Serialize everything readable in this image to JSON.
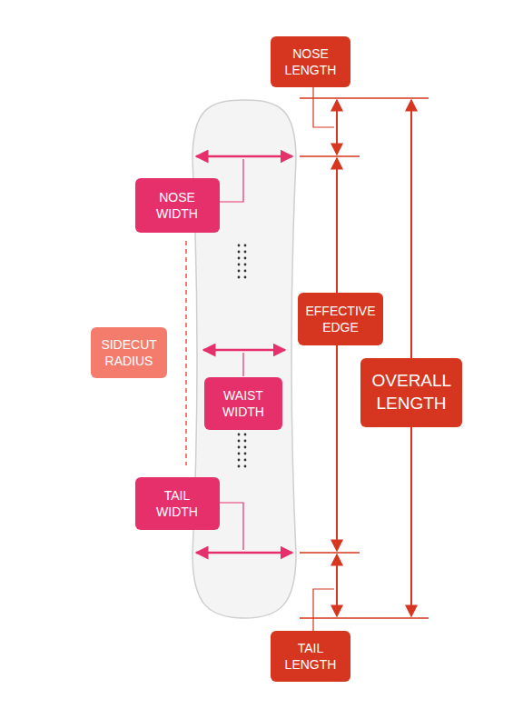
{
  "diagram": {
    "nodes": [
      {
        "text": [
          "NOSE LENGTH"
        ]
      },
      {
        "text": [
          "NOSE WIDTH"
        ]
      },
      {
        "text": [
          "EFFECTIVE EDGE"
        ]
      },
      {
        "text": [
          "SIDECUT RADIUS"
        ]
      },
      {
        "text": [
          "OVERALL LENGTH"
        ]
      },
      {
        "text": [
          "WAIST WIDTH"
        ]
      },
      {
        "text": [
          "TAIL WIDTH"
        ]
      },
      {
        "text": [
          "TAIL LENGTH"
        ]
      }
    ]
  }
}
